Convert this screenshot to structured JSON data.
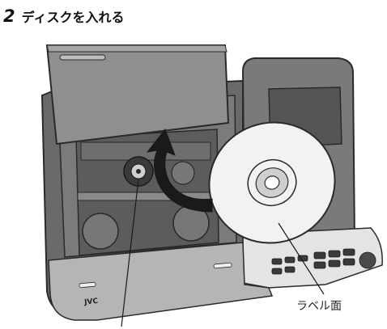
{
  "step": {
    "number": "2",
    "title": "ディスクを入れる"
  },
  "illustration": {
    "brand_logo": "JVC",
    "label_side_callout": "ラベル面",
    "arrow_icon": "insert-direction-arrow"
  },
  "colors": {
    "body_dark": "#5a5a5a",
    "body_mid": "#8f8f8f",
    "body_light": "#c8c8c8",
    "panel_light": "#e4e4e4",
    "disc": "#f2f2f2",
    "outline": "#2a2a2a"
  }
}
